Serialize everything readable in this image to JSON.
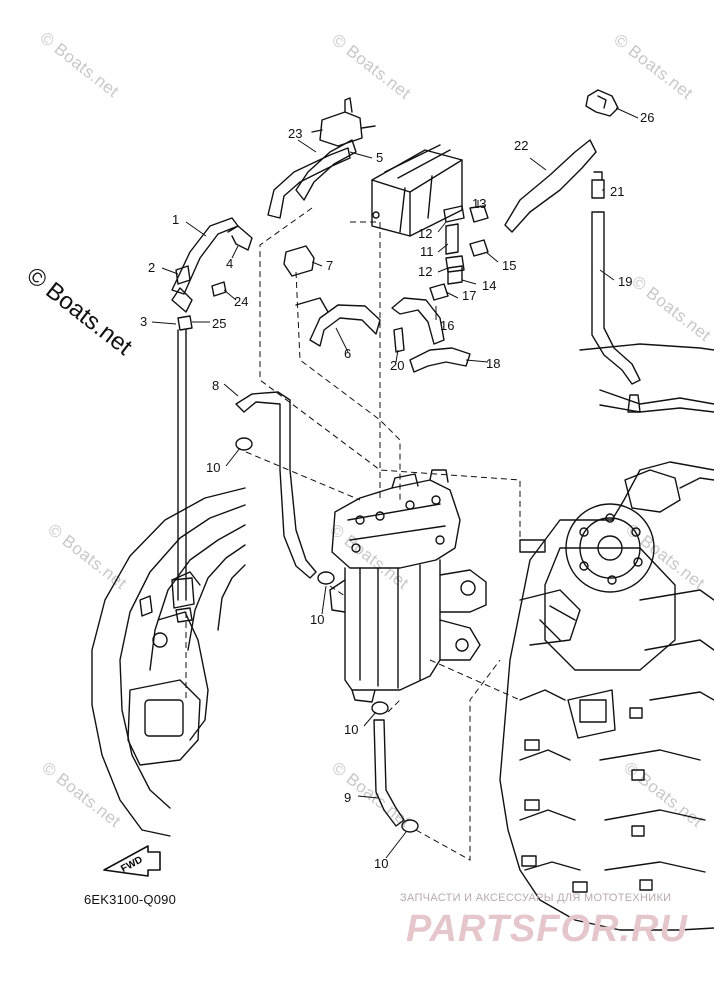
{
  "watermark": {
    "small": "© Boats.net",
    "large": "© Boats.net"
  },
  "fwd_label": "FWD",
  "drawing_code": "6EK3100-Q090",
  "brand": {
    "tagline": "ЗАПЧАСТИ И АКСЕССУАРЫ ДЛЯ МОТОТЕХНИКИ",
    "name": "PARTSFOR.RU"
  },
  "callouts": [
    "1",
    "2",
    "3",
    "4",
    "5",
    "6",
    "7",
    "8",
    "9",
    "10",
    "10",
    "10",
    "10",
    "11",
    "12",
    "12",
    "13",
    "14",
    "15",
    "16",
    "17",
    "18",
    "19",
    "20",
    "21",
    "22",
    "23",
    "24",
    "25",
    "26"
  ]
}
